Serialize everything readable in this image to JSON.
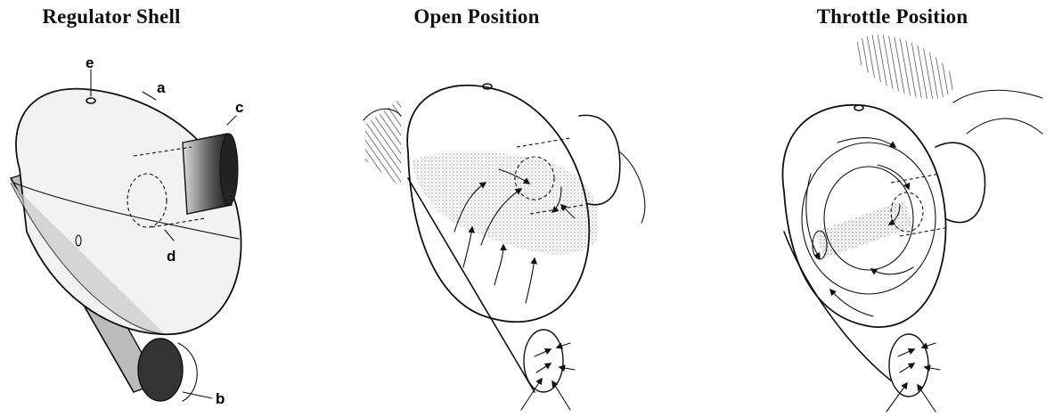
{
  "panels": [
    {
      "title": "Regulator Shell",
      "labels": {
        "a": "a",
        "b": "b",
        "c": "c",
        "d": "d",
        "e": "e"
      }
    },
    {
      "title": "Open Position"
    },
    {
      "title": "Throttle Position"
    }
  ]
}
